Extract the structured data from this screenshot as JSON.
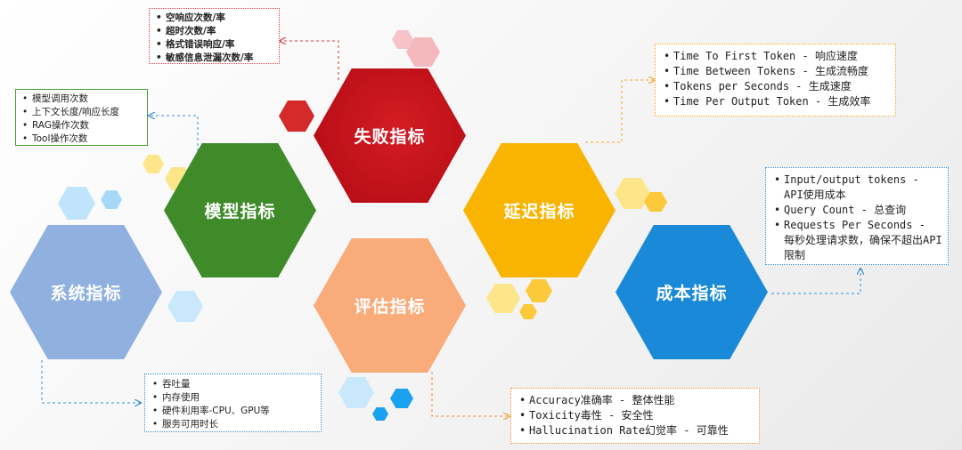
{
  "nodes": {
    "failure": "失败指标",
    "model": "模型指标",
    "latency": "延迟指标",
    "system": "系统指标",
    "eval": "评估指标",
    "cost": "成本指标"
  },
  "failure_box": [
    "空响应次数/率",
    "超时次数/率",
    "格式错误响应/率",
    "敏感信息泄漏次数/率"
  ],
  "model_box": [
    "模型调用次数",
    "上下文长度/响应长度",
    "RAG操作次数",
    "Tool操作次数"
  ],
  "latency_box": [
    "Time To First Token - 响应速度",
    "Time Between Tokens - 生成流畅度",
    "Tokens per Seconds - 生成速度",
    "Time Per Output Token - 生成效率"
  ],
  "cost_box": [
    "Input/output tokens - API使用成本",
    "Query Count - 总查询",
    "Requests Per Seconds - 每秒处理请求数，确保不超出API限制"
  ],
  "system_box": [
    "吞吐量",
    "内存使用",
    "硬件利用率-CPU、GPU等",
    "服务可用时长"
  ],
  "eval_box": [
    "Accuracy准确率 - 整体性能",
    "Toxicity毒性 - 安全性",
    "Hallucination Rate幻觉率 - 可靠性"
  ],
  "colors": {
    "failure": "#c8101d",
    "model": "#3e8a2a",
    "latency": "#f7b500",
    "system": "#8fb0de",
    "eval": "#f9ab79",
    "cost": "#1a8ad8",
    "failure_border": "#e23a3a",
    "model_border": "#48a030",
    "latency_border": "#f5a623",
    "cost_border": "#3a8ed8",
    "system_border": "#3a8ed8",
    "eval_border": "#f08a3a"
  }
}
